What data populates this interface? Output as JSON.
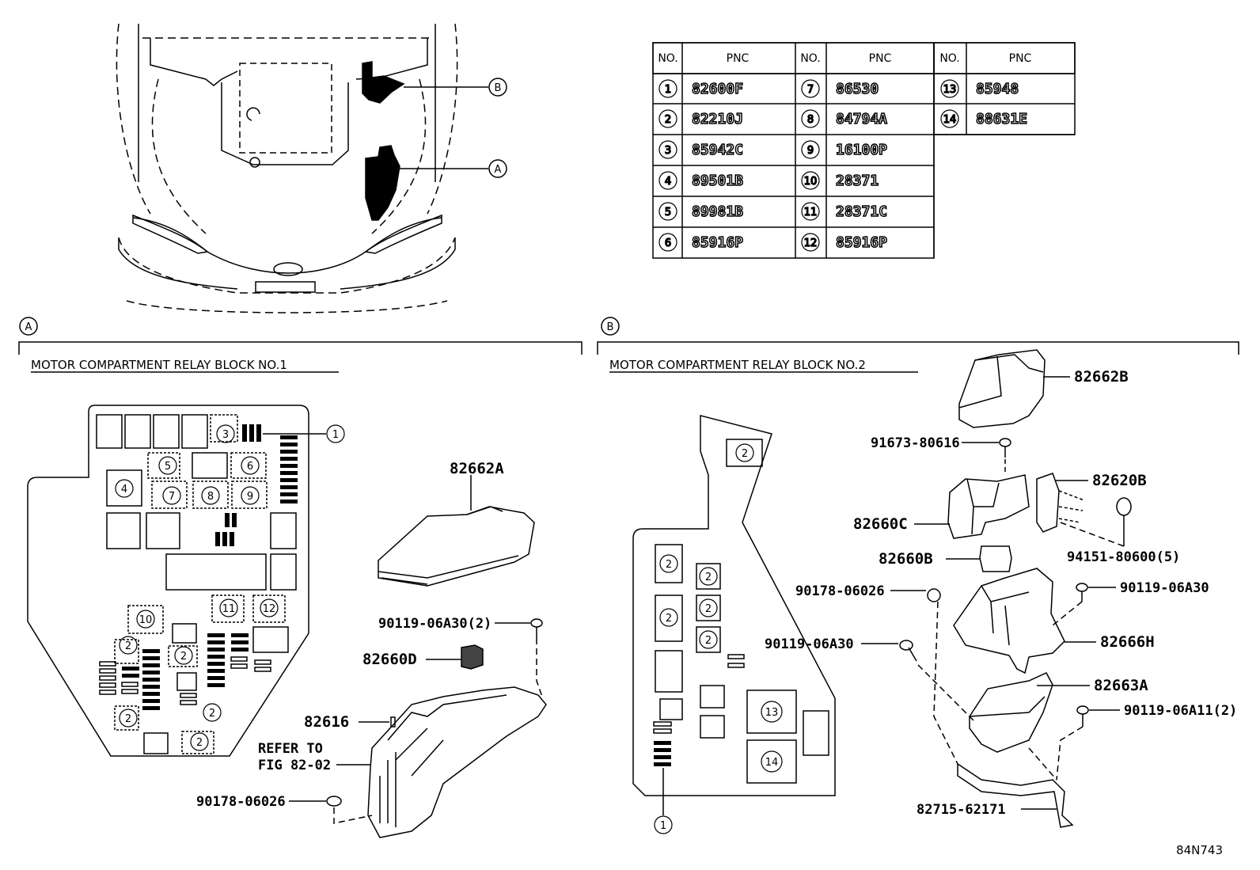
{
  "callout_letters": {
    "a": "A",
    "b": "B"
  },
  "block_a": {
    "title": "MOTOR COMPARTMENT RELAY BLOCK NO.1",
    "numbers": [
      "1",
      "2",
      "3",
      "4",
      "5",
      "6",
      "7",
      "8",
      "9",
      "10",
      "11",
      "12"
    ],
    "labels": {
      "cover": "82662A",
      "bolt": "90119-06A30(2)",
      "relay_holder": "82660D",
      "pin": "82616",
      "refer_1": "REFER TO",
      "refer_2": "FIG 82-02",
      "nut": "90178-06026"
    }
  },
  "block_b": {
    "title": "MOTOR COMPARTMENT RELAY BLOCK NO.2",
    "numbers": [
      "1",
      "2",
      "13",
      "14"
    ],
    "labels": {
      "upper_cover": "82662B",
      "screw": "91673-80616",
      "bracket": "82620B",
      "relay_block": "82660C",
      "nut_5": "94151-80600(5)",
      "holder": "82660B",
      "nut": "90178-06026",
      "bolt_right": "90119-06A30",
      "bolt_left": "90119-06A30",
      "case": "82666H",
      "lower_cover": "82663A",
      "bolt_2": "90119-06A11(2)",
      "stay": "82715-62171"
    }
  },
  "table": {
    "headers": {
      "no": "NO.",
      "pnc": "PNC"
    },
    "rows": [
      [
        {
          "no": "1",
          "pnc": "82600F"
        },
        {
          "no": "7",
          "pnc": "86530"
        },
        {
          "no": "13",
          "pnc": "85948"
        }
      ],
      [
        {
          "no": "2",
          "pnc": "82210J"
        },
        {
          "no": "8",
          "pnc": "84794A"
        },
        {
          "no": "14",
          "pnc": "88631E"
        }
      ],
      [
        {
          "no": "3",
          "pnc": "85942C"
        },
        {
          "no": "9",
          "pnc": "16100P"
        },
        null
      ],
      [
        {
          "no": "4",
          "pnc": "89501B"
        },
        {
          "no": "10",
          "pnc": "28371"
        },
        null
      ],
      [
        {
          "no": "5",
          "pnc": "89981B"
        },
        {
          "no": "11",
          "pnc": "28371C"
        },
        null
      ],
      [
        {
          "no": "6",
          "pnc": "85916P"
        },
        {
          "no": "12",
          "pnc": "85916P"
        },
        null
      ]
    ]
  },
  "figure_code": "84N743"
}
